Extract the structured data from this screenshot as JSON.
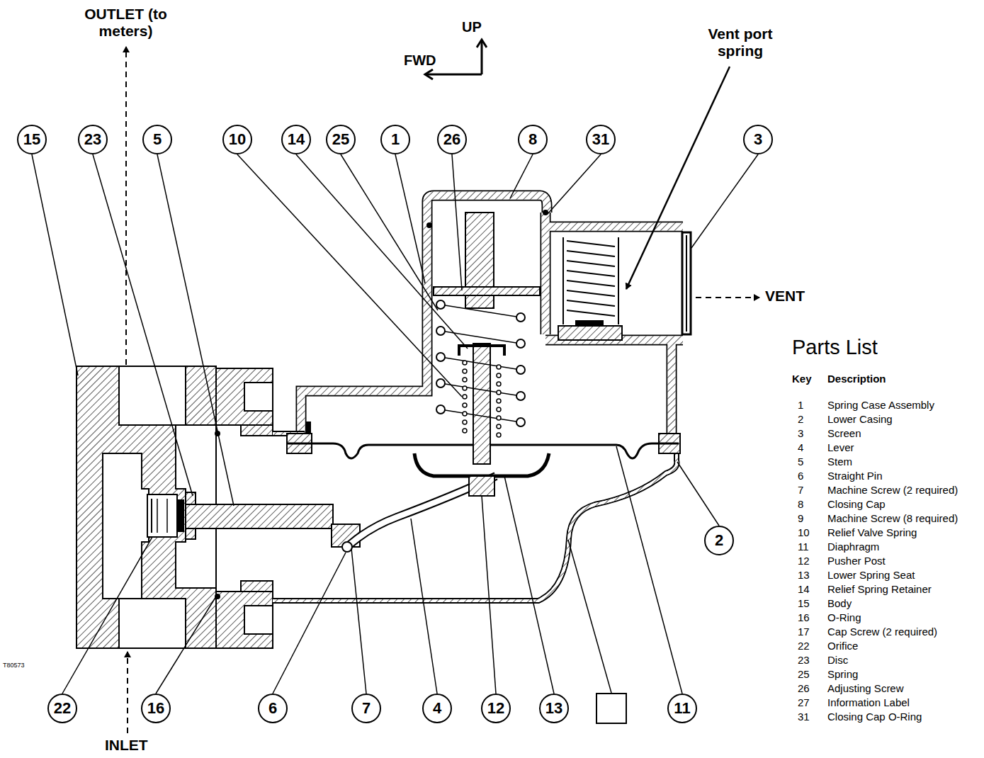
{
  "diagram": {
    "nodes": [
      {
        "text": [
          "15"
        ]
      },
      {
        "text": [
          "23"
        ]
      },
      {
        "text": [
          "5"
        ]
      },
      {
        "text": [
          "10"
        ]
      },
      {
        "text": [
          "14"
        ]
      },
      {
        "text": [
          "25"
        ]
      },
      {
        "text": [
          "1"
        ]
      },
      {
        "text": [
          "26"
        ]
      },
      {
        "text": [
          "8"
        ]
      },
      {
        "text": [
          "31"
        ]
      },
      {
        "text": [
          "3"
        ]
      },
      {
        "text": [
          "2"
        ]
      },
      {
        "text": [
          "22"
        ]
      },
      {
        "text": [
          "16"
        ]
      },
      {
        "text": [
          "6"
        ]
      },
      {
        "text": [
          "7"
        ]
      },
      {
        "text": [
          "4"
        ]
      },
      {
        "text": [
          "12"
        ]
      },
      {
        "text": [
          "13"
        ]
      },
      {
        "text": [
          "11"
        ]
      }
    ],
    "labels": [
      "OUTLET (to meters)",
      "UP",
      "FWD",
      "Vent port spring",
      "VENT",
      "INLET",
      "T80573",
      "Parts List",
      "Key",
      "Description",
      "1",
      "Spring Case Assembly",
      "2",
      "Lower Casing",
      "3",
      "Screen",
      "4",
      "Lever",
      "5",
      "Stem",
      "6",
      "Straight Pin",
      "7",
      "Machine Screw (2 required)",
      "8",
      "Closing Cap",
      "9",
      "Machine Screw (8 required)",
      "10",
      "Relief Valve Spring",
      "11",
      "Diaphragm",
      "12",
      "Pusher Post",
      "13",
      "Lower Spring Seat",
      "14",
      "Relief Spring Retainer",
      "15",
      "Body",
      "16",
      "O-Ring",
      "17",
      "Cap Screw (2 required)",
      "22",
      "Orifice",
      "23",
      "Disc",
      "25",
      "Spring",
      "26",
      "Adjusting Screw",
      "27",
      "Information Label",
      "31",
      "Closing Cap O-Ring"
    ]
  }
}
